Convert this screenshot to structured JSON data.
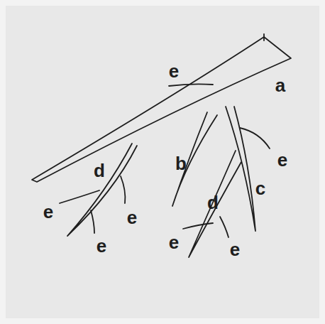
{
  "diagram": {
    "labels": [
      "e",
      "a",
      "d",
      "b",
      "e",
      "c",
      "d",
      "e",
      "e",
      "e",
      "e",
      "e"
    ]
  }
}
